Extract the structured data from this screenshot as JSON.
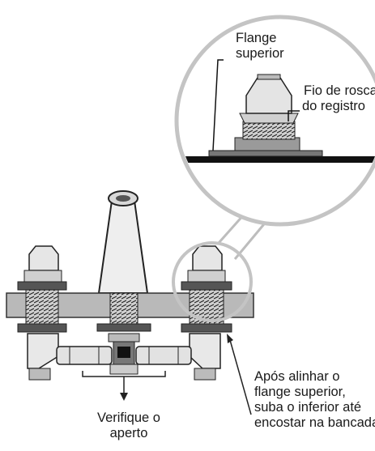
{
  "callouts": {
    "flange_superior": [
      "Flange",
      "superior"
    ],
    "fio_de_rosca": [
      "Fio de rosca",
      "do registro"
    ],
    "verifique": [
      "Verifique o",
      "aperto"
    ],
    "apos_alinhar": [
      "Após alinhar o",
      "flange superior,",
      "suba o inferior até",
      "encostar na bancada"
    ]
  }
}
